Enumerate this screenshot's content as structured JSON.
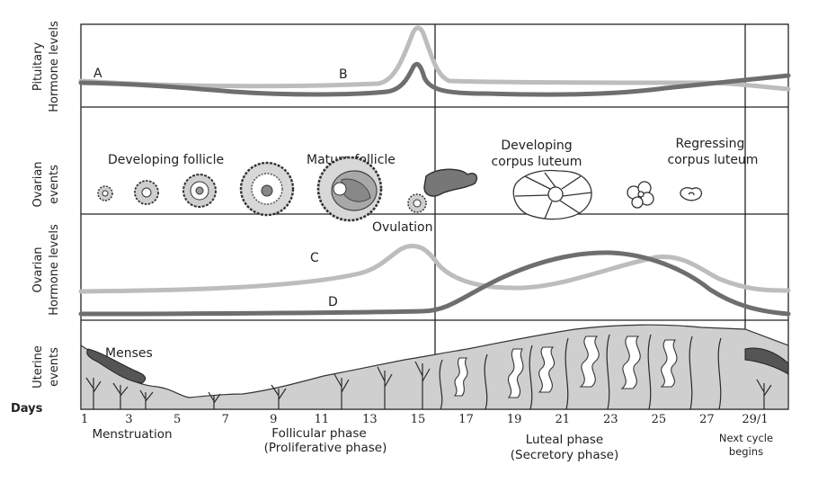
{
  "rows": {
    "pituitary": [
      "Pituitary",
      "Hormone levels"
    ],
    "ovarian_events": [
      "Ovarian",
      "events"
    ],
    "ovarian_hormones": [
      "Ovarian",
      "Hormone levels"
    ],
    "uterine": [
      "Uterine",
      "events"
    ]
  },
  "curve_labels": {
    "a": "A",
    "b": "B",
    "c": "C",
    "d": "D"
  },
  "ovarian_labels": {
    "developing_follicle": "Developing follicle",
    "mature_follicle": "Mature follicle",
    "developing_cl_1": "Developing",
    "developing_cl_2": "corpus luteum",
    "regressing_cl_1": "Regressing",
    "regressing_cl_2": "corpus luteum",
    "ovulation": "Ovulation"
  },
  "uterine_labels": {
    "menses": "Menses"
  },
  "days_label": "Days",
  "day_ticks": [
    "1",
    "3",
    "5",
    "7",
    "9",
    "11",
    "13",
    "15",
    "17",
    "19",
    "21",
    "23",
    "25",
    "27",
    "29/1"
  ],
  "phases": {
    "menstruation": "Menstruation",
    "follicular_1": "Follicular phase",
    "follicular_2": "(Proliferative phase)",
    "luteal_1": "Luteal phase",
    "luteal_2": "(Secretory phase)",
    "next_1": "Next cycle",
    "next_2": "begins"
  },
  "colors": {
    "light_curve": "#bdbdbd",
    "dark_curve": "#6e6e6e",
    "endometrium": "#cfcfcf",
    "gland": "#ffffff",
    "vessel": "#2a2a2a",
    "menses": "#555555"
  }
}
